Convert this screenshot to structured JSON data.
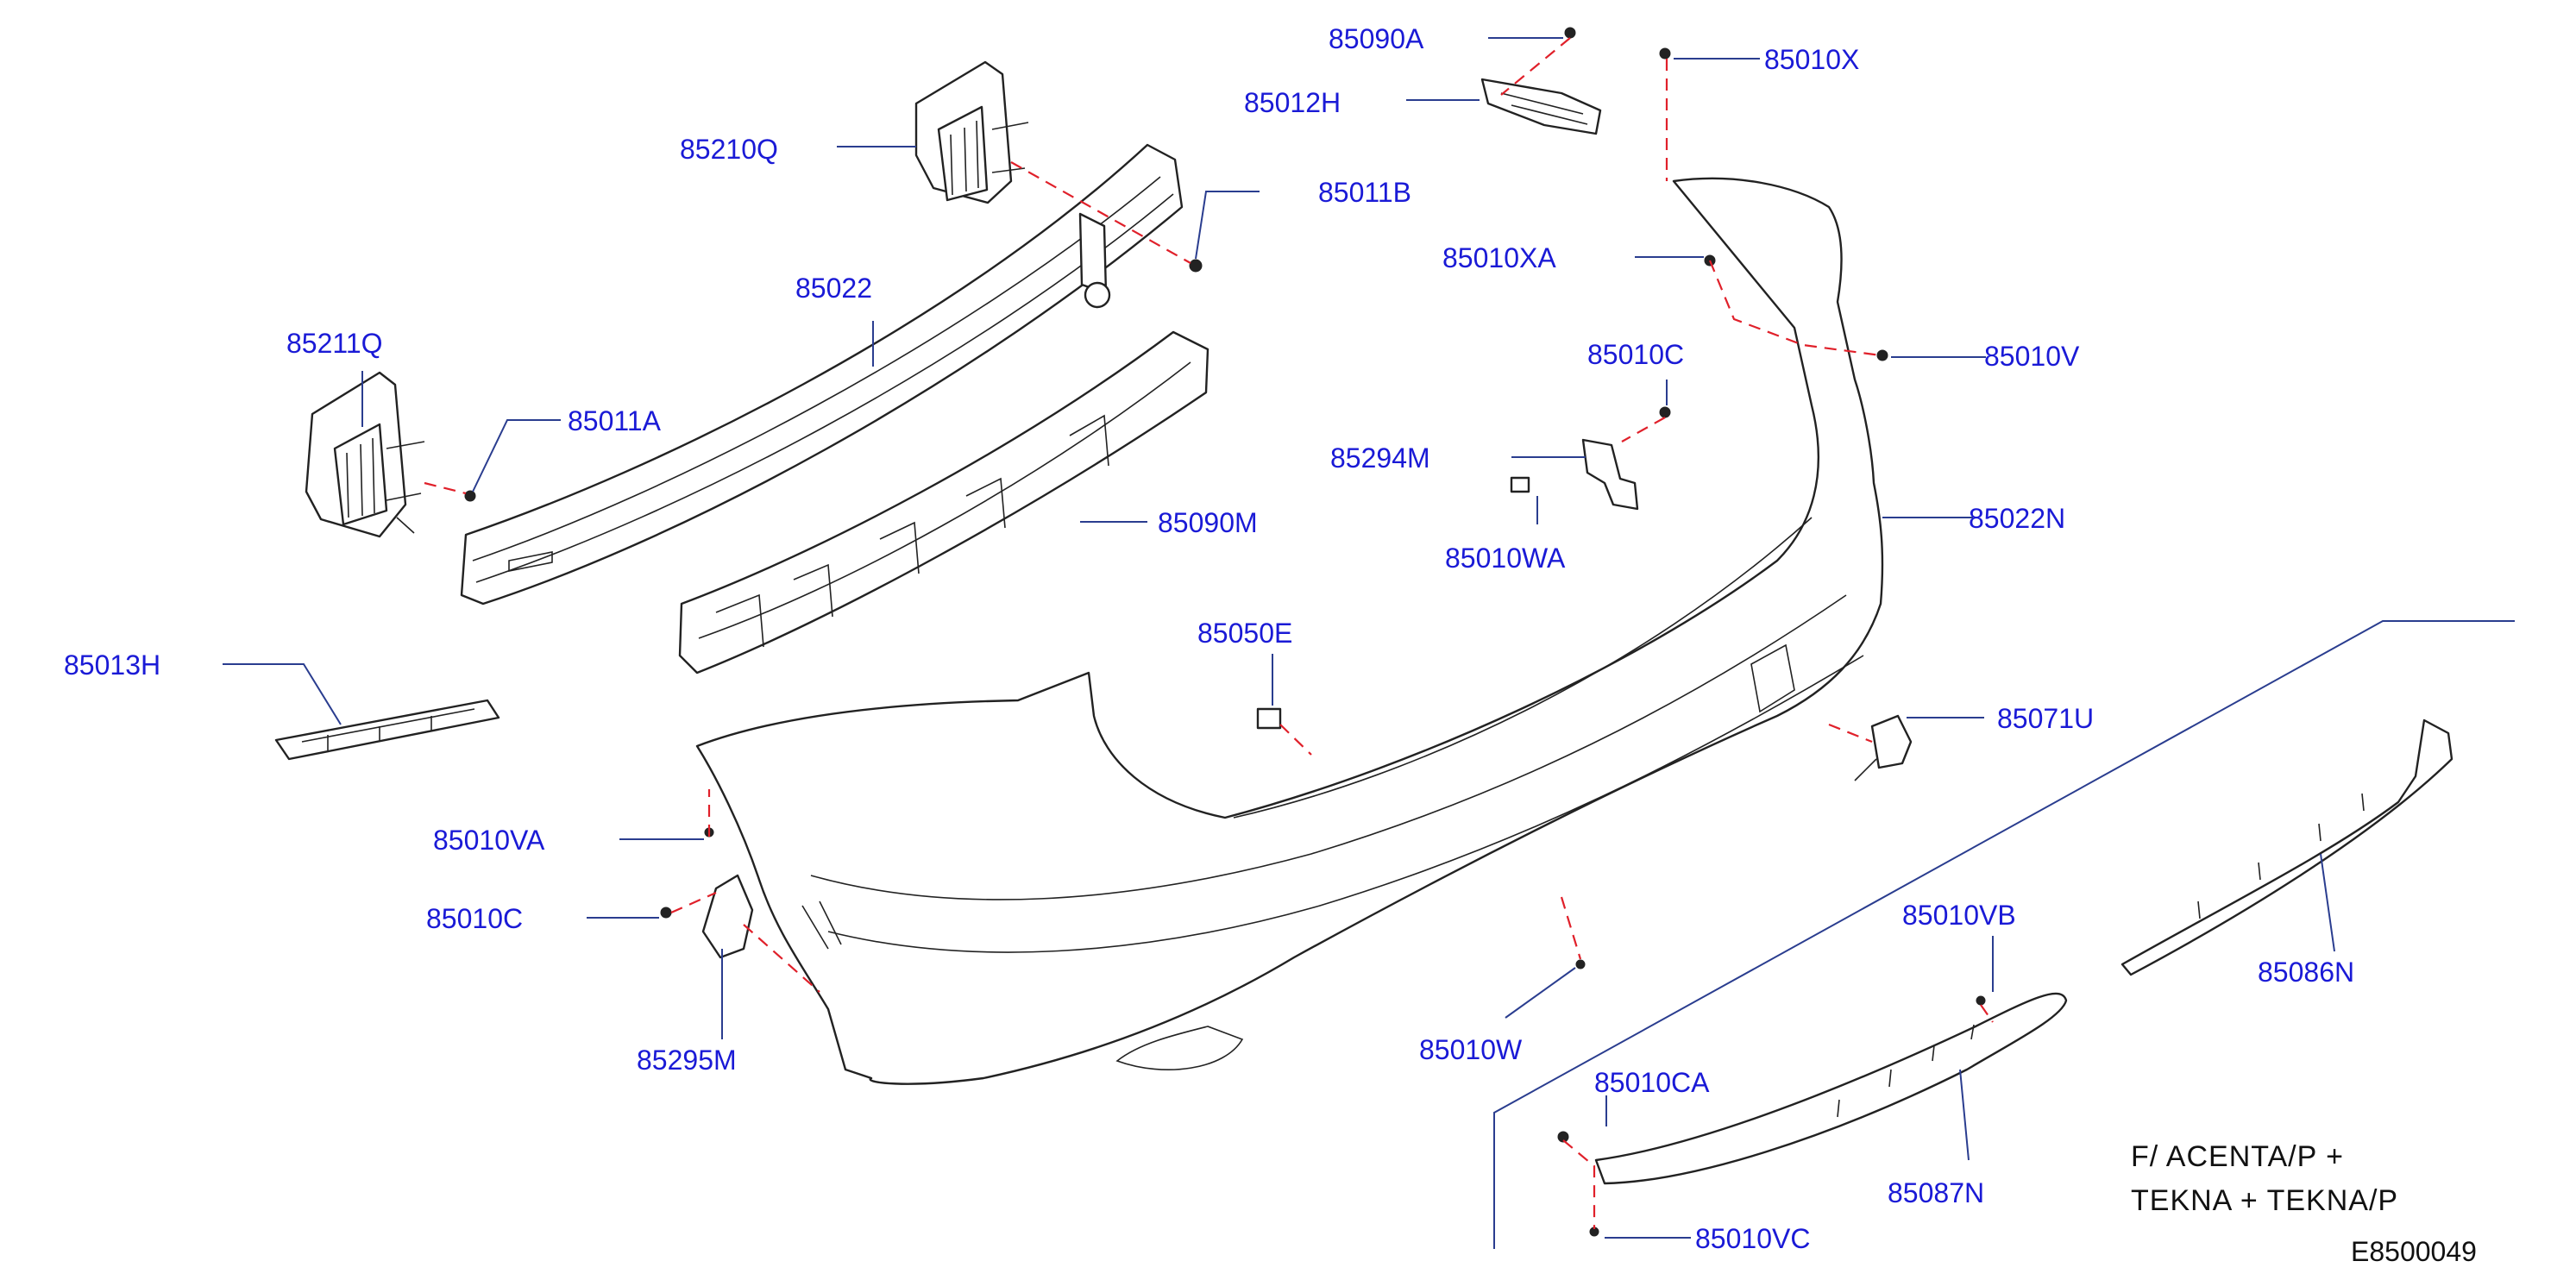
{
  "diagram_id": "E8500049",
  "note_lines": [
    "F/  ACENTA/P  +",
    "TEKNA  +  TEKNA/P"
  ],
  "labels": {
    "p85090A": "85090A",
    "p85012H": "85012H",
    "p85210Q": "85210Q",
    "p85011B": "85011B",
    "p85022": "85022",
    "p85211Q": "85211Q",
    "p85011A": "85011A",
    "p85090M": "85090M",
    "p85013H": "85013H",
    "p85010X": "85010X",
    "p85010XA": "85010XA",
    "p85010C_top": "85010C",
    "p85010V": "85010V",
    "p85294M": "85294M",
    "p85010WA": "85010WA",
    "p85022N": "85022N",
    "p85050E": "85050E",
    "p85071U": "85071U",
    "p85010VA": "85010VA",
    "p85010C_bottom": "85010C",
    "p85295M": "85295M",
    "p85010W": "85010W",
    "p85010VB": "85010VB",
    "p85086N": "85086N",
    "p85010CA": "85010CA",
    "p85087N": "85087N",
    "p85010VC": "85010VC"
  },
  "colors": {
    "label": "#1a1ad6",
    "leader": "#2a3d8f",
    "dash": "#e0202a",
    "outline": "#222222"
  }
}
